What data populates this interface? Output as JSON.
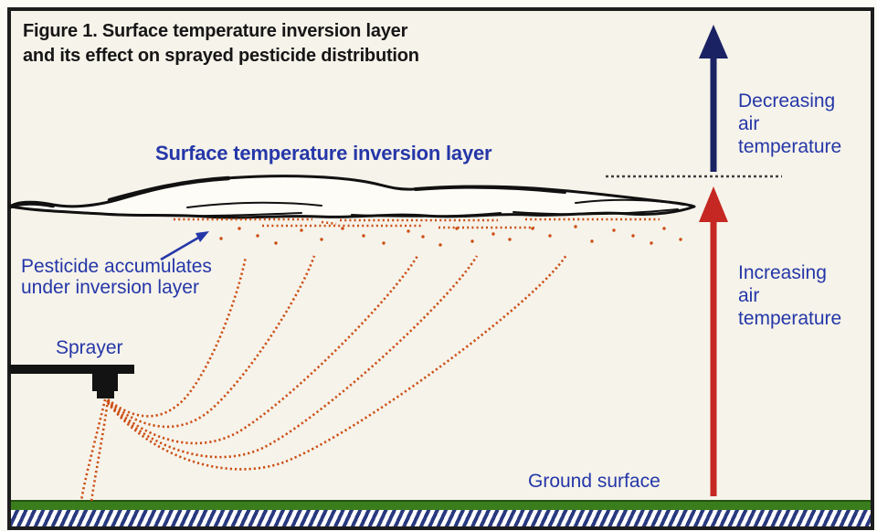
{
  "figure": {
    "title": "Figure 1. Surface temperature inversion layer\nand its effect on sprayed pesticide distribution",
    "labels": {
      "inversion_layer": "Surface temperature inversion layer",
      "pesticide_note": "Pesticide accumulates\nunder inversion layer",
      "sprayer": "Sprayer",
      "decreasing_air": "Decreasing\nair\ntemperature",
      "increasing_air": "Increasing\nair\ntemperature",
      "ground_surface": "Ground surface"
    },
    "colors": {
      "background": "#f6f3ea",
      "frame_border": "#1c1c1c",
      "label_blue": "#2537a8",
      "title_black": "#161616",
      "decreasing_arrow_navy": "#1a2264",
      "increasing_arrow_red": "#c52822",
      "spray_orange": "#cc4e14",
      "ground_green": "#3a7d1d",
      "soil_hatch_blue": "#29397f",
      "inversion_top_dashed_gray": "#3f3f3f"
    }
  }
}
